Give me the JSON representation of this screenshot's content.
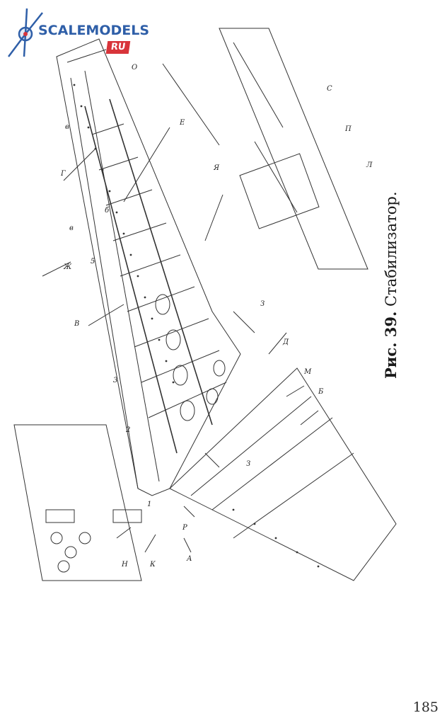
{
  "logo": {
    "text": "SCALEMODELS",
    "badge": "RU"
  },
  "caption": {
    "prefix": "Рис. 39.",
    "title": "Стабилизатор."
  },
  "page_number": "185",
  "labels": [
    "О",
    "в",
    "Г",
    "Е",
    "Ж",
    "в",
    "б",
    "5",
    "В",
    "3",
    "2",
    "1",
    "Я",
    "С",
    "П",
    "Л",
    "З",
    "Д",
    "М",
    "Б",
    "З",
    "Р",
    "А",
    "Н",
    "К"
  ]
}
